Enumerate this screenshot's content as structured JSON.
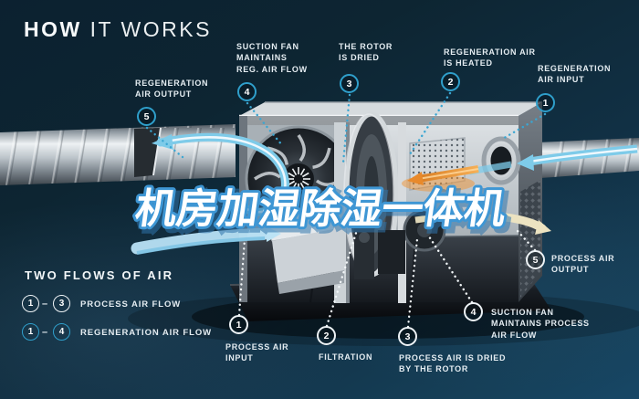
{
  "title": {
    "bold": "HOW",
    "light": "IT WORKS"
  },
  "watermark": "机房加湿除湿一体机",
  "colors": {
    "accent_teal": "#2f9fcb",
    "label_white": "#e4ecf1",
    "heater_orange": "#ef9433",
    "flow_blue": "#7ecbe9",
    "output_beige": "#ece3c1",
    "bg_top": "#0c2130",
    "bg_bottom": "#174766"
  },
  "top_callouts": [
    {
      "num": "5",
      "label": "REGENERATION\nAIR OUTPUT"
    },
    {
      "num": "4",
      "label": "SUCTION FAN\nMAINTAINS\nREG. AIR FLOW"
    },
    {
      "num": "3",
      "label": "THE ROTOR\nIS DRIED"
    },
    {
      "num": "2",
      "label": "REGENERATION AIR\nIS HEATED"
    },
    {
      "num": "1",
      "label": "REGENERATION\nAIR INPUT"
    }
  ],
  "bottom_callouts": [
    {
      "num": "1",
      "label": "PROCESS AIR\nINPUT"
    },
    {
      "num": "2",
      "label": "FILTRATION"
    },
    {
      "num": "3",
      "label": "PROCESS AIR IS DRIED\nBY THE ROTOR"
    },
    {
      "num": "4",
      "label": "SUCTION FAN\nMAINTAINS PROCESS\nAIR FLOW"
    },
    {
      "num": "5",
      "label": "PROCESS AIR\nOUTPUT"
    }
  ],
  "legend": {
    "title": "TWO FLOWS OF AIR",
    "dash": "–",
    "rows": [
      {
        "from": "1",
        "to": "3",
        "label": "PROCESS AIR FLOW",
        "style": "white"
      },
      {
        "from": "1",
        "to": "4",
        "label": "REGENERATION AIR FLOW",
        "style": "teal"
      }
    ]
  }
}
